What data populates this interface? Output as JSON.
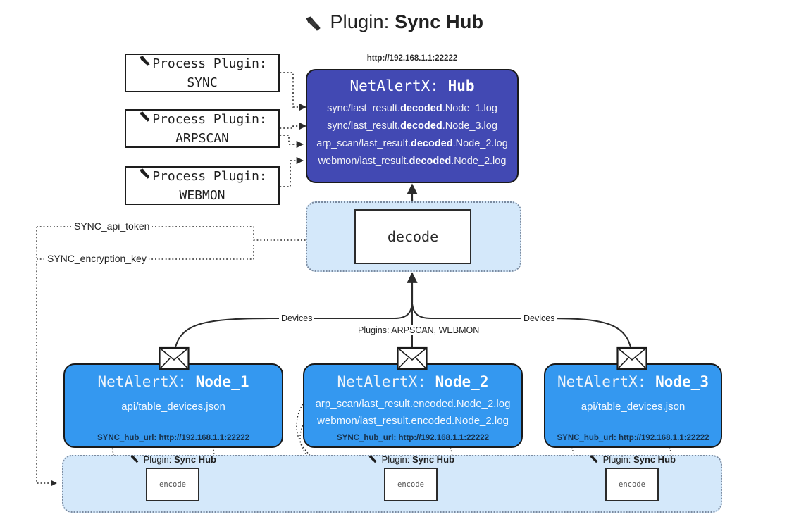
{
  "title": {
    "icon": "plug-icon",
    "prefix": "Plugin:",
    "name": "Sync Hub"
  },
  "process_plugins": [
    {
      "icon": "plug-icon",
      "line1": "Process Plugin:",
      "line2": "SYNC"
    },
    {
      "icon": "plug-icon",
      "line1": "Process Plugin:",
      "line2": "ARPSCAN"
    },
    {
      "icon": "plug-icon",
      "line1": "Process Plugin:",
      "line2": "WEBMON"
    }
  ],
  "hub": {
    "url": "http://192.168.1.1:22222",
    "title_prefix": "NetAlertX:",
    "title_name": "Hub",
    "logs": [
      {
        "pre": "sync/last_result.",
        "mid": "decoded",
        "post": ".Node_1.log"
      },
      {
        "pre": "sync/last_result.",
        "mid": "decoded",
        "post": ".Node_3.log"
      },
      {
        "pre": "arp_scan/last_result.",
        "mid": "decoded",
        "post": ".Node_2.log"
      },
      {
        "pre": "webmon/last_result.",
        "mid": "decoded",
        "post": ".Node_2.log"
      }
    ]
  },
  "decode_group": {
    "box_label": "decode"
  },
  "keys": [
    {
      "label": "SYNC_api_token"
    },
    {
      "label": "SYNC_encryption_key"
    }
  ],
  "edge_labels": {
    "left": "Devices",
    "center": "Plugins: ARPSCAN, WEBMON",
    "right": "Devices"
  },
  "nodes": [
    {
      "icon": "envelope-icon",
      "title_prefix": "NetAlertX:",
      "title_name": "Node_1",
      "lines": [
        "api/table_devices.json"
      ],
      "footer": "SYNC_hub_url: http://192.168.1.1:22222"
    },
    {
      "icon": "envelope-icon",
      "title_prefix": "NetAlertX:",
      "title_name": "Node_2",
      "lines": [
        "arp_scan/last_result.encoded.Node_2.log",
        "webmon/last_result.encoded.Node_2.log"
      ],
      "footer": "SYNC_hub_url: http://192.168.1.1:22222"
    },
    {
      "icon": "envelope-icon",
      "title_prefix": "NetAlertX:",
      "title_name": "Node_3",
      "lines": [
        "api/table_devices.json"
      ],
      "footer": "SYNC_hub_url: http://192.168.1.1:22222"
    }
  ],
  "encode_groups": [
    {
      "icon": "plug-icon",
      "caption_prefix": "Plugin:",
      "caption_name": "Sync Hub",
      "box_label": "encode"
    },
    {
      "icon": "plug-icon",
      "caption_prefix": "Plugin:",
      "caption_name": "Sync Hub",
      "box_label": "encode"
    },
    {
      "icon": "plug-icon",
      "caption_prefix": "Plugin:",
      "caption_name": "Sync Hub",
      "box_label": "encode"
    }
  ],
  "colors": {
    "hub_fill": "#4249b3",
    "node_fill": "#3498f0",
    "group_fill": "#d4e8fa",
    "stroke": "#1a1a1a",
    "background": "#ffffff"
  }
}
